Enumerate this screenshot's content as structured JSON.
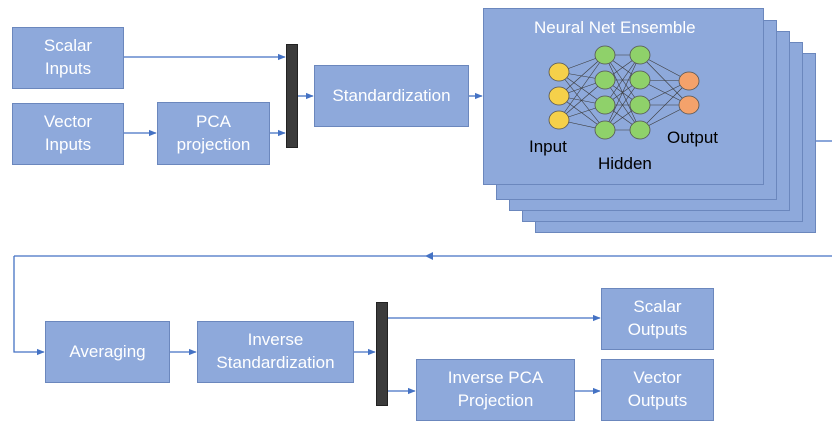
{
  "nodes": {
    "scalar_inputs": "Scalar\nInputs",
    "vector_inputs": "Vector\nInputs",
    "pca_projection": "PCA\nprojection",
    "standardization": "Standardization",
    "averaging": "Averaging",
    "inverse_standardization": "Inverse\nStandardization",
    "inverse_pca_projection": "Inverse PCA\nProjection",
    "scalar_outputs": "Scalar\nOutputs",
    "vector_outputs": "Vector\nOutputs"
  },
  "ensemble": {
    "title": "Neural Net Ensemble",
    "input_label": "Input",
    "hidden_label": "Hidden",
    "output_label": "Output"
  },
  "colors": {
    "box_fill": "#8ea9db",
    "box_border": "#6b87bd",
    "arrow": "#4472c4",
    "input_neuron": "#f5d04a",
    "hidden_neuron": "#8fd16a",
    "output_neuron": "#f4a26b"
  }
}
